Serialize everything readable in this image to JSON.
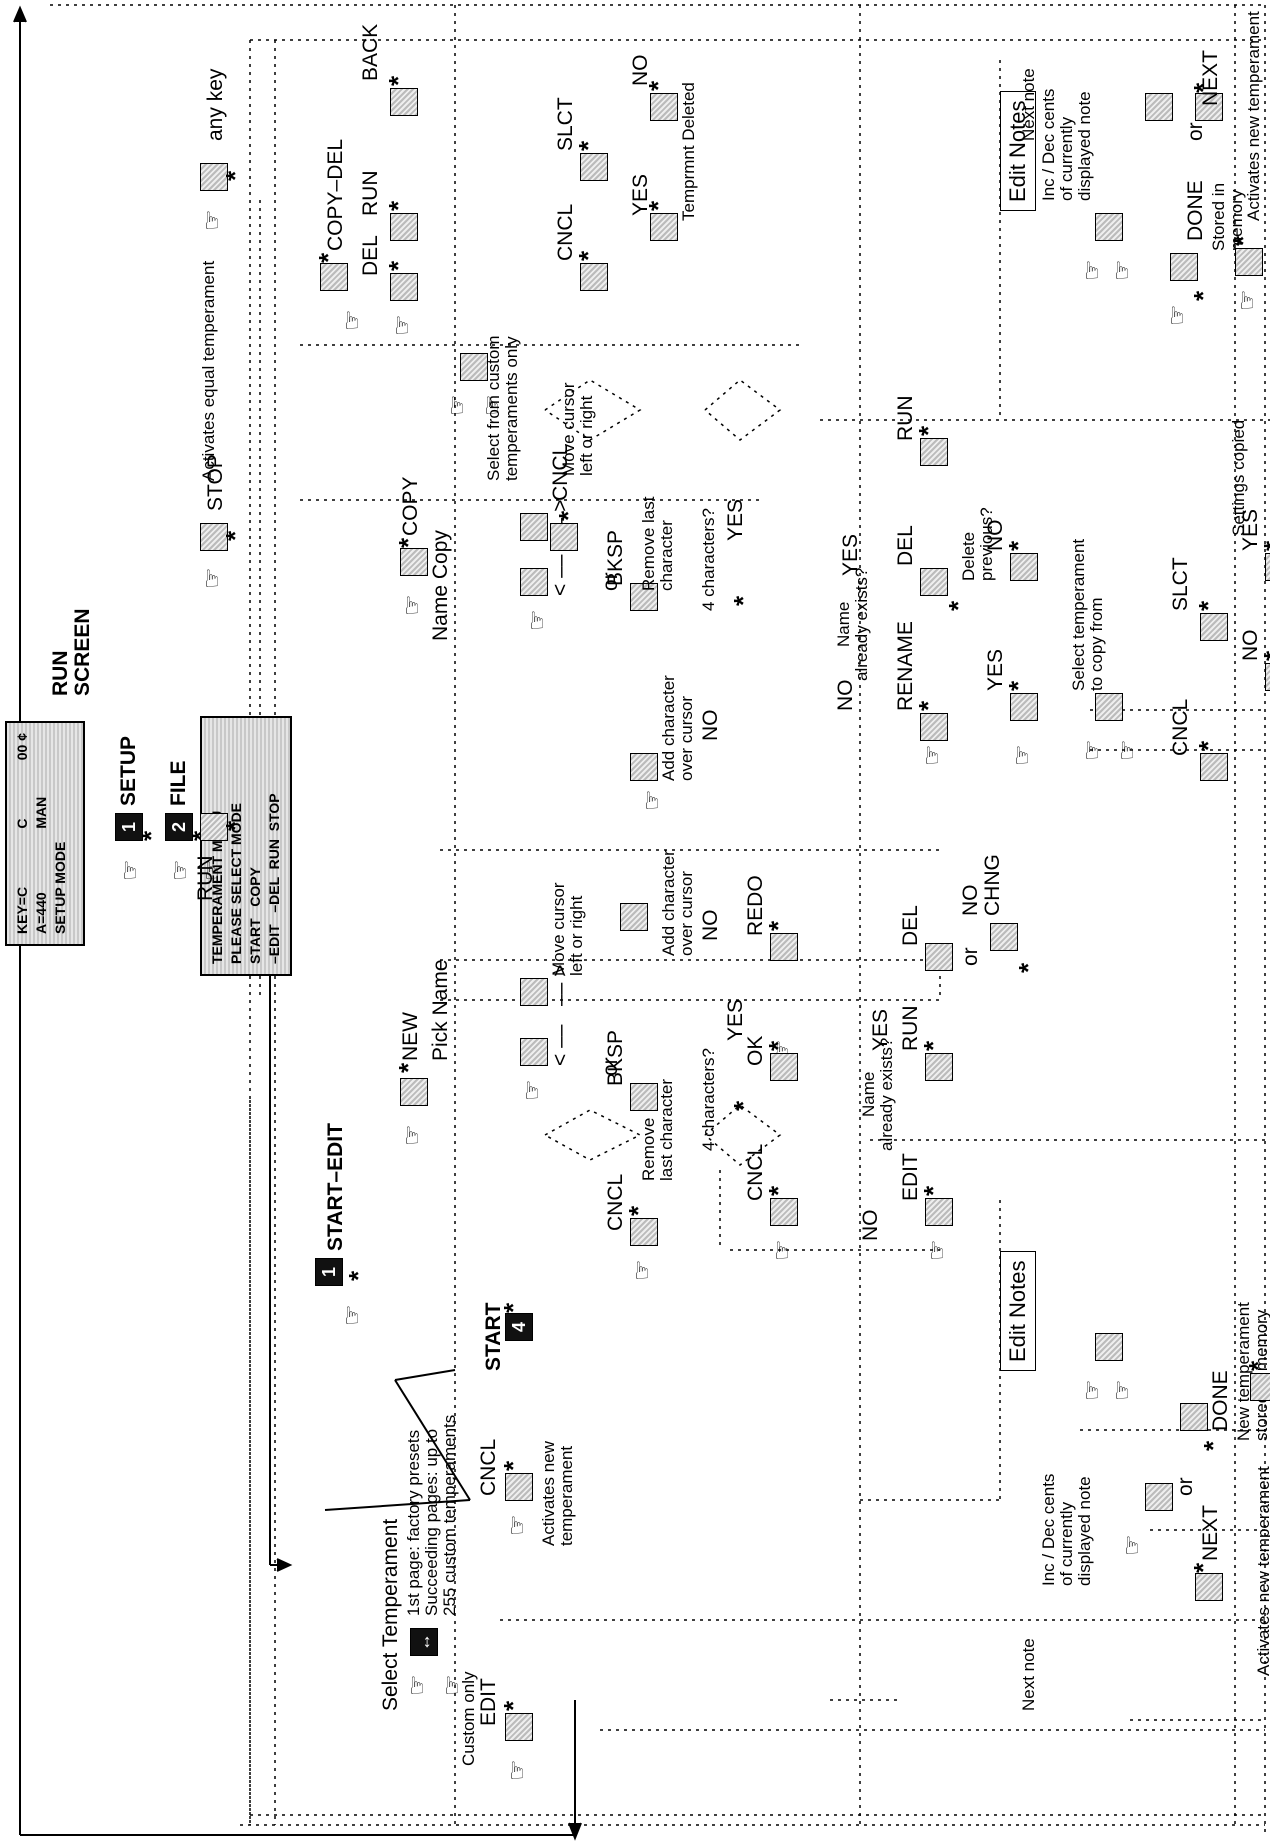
{
  "run_screen": {
    "line1_left": "KEY=C",
    "line1_mid": "C",
    "line1_right": "00 ¢",
    "line2_left": "A=440",
    "line2_mid": "MAN",
    "line3": "SETUP MODE",
    "title": "RUN\nSCREEN"
  },
  "setup": {
    "key": "1",
    "label": "SETUP"
  },
  "file": {
    "key": "2",
    "label": "FILE"
  },
  "temperament_menu": {
    "line1": "TEMPERAMENT MENU",
    "line2": "PLEASE SELECT MODE",
    "line3": "START   COPY",
    "line4": "–EDIT   –DEL  RUN  STOP"
  },
  "top_row": {
    "run": "RUN",
    "stop": "STOP",
    "any_key": "any key",
    "equal_temperament": "Activates equal temperament"
  },
  "start_edit": {
    "key": "1",
    "title": "START–EDIT",
    "select_temperament": "Select Temperament",
    "pages_note": "1st page: factory presets\nSucceeding pages: up to\n255 custom temperaments",
    "custom_only": "Custom only",
    "edit": "EDIT",
    "cncl": "CNCL",
    "start": "START",
    "start_key": "4",
    "activates_new": "Activates new\ntemperament",
    "new": "NEW",
    "pick_name": "Pick Name",
    "left_arrow": "< ––",
    "or": "or",
    "right_arrow": "–– >",
    "move_cursor": "Move cursor\nleft or right",
    "cncl2": "CNCL",
    "bksp": "BKSP",
    "remove_last": "Remove\nlast character",
    "add_char": "Add character\nover cursor",
    "no": "NO",
    "four_chars": "4 characters?",
    "yes": "YES",
    "redo": "REDO",
    "ok": "OK",
    "cncl3": "CNCL",
    "name_exists": "Name\nalready exists?",
    "edit2": "EDIT",
    "run": "RUN",
    "del": "DEL",
    "no_chng": "NO\nCHNG",
    "edit_notes": "Edit Notes",
    "next_note": "Next note",
    "inc_dec": "Inc / Dec cents\nof currently\ndisplayed note",
    "next": "NEXT",
    "done": "DONE",
    "new_stored": "New temperament\nstored in memory",
    "activates_new_temp": "Activates new temperament"
  },
  "copy_del": {
    "title": "COPY–DEL",
    "del": "DEL",
    "run": "RUN",
    "back": "BACK",
    "select_custom": "Select from custom\ntemperaments only",
    "cncl": "CNCL",
    "slct": "SLCT",
    "yes": "YES",
    "no": "NO",
    "deleted": "Temprmnt Deleted"
  },
  "copy": {
    "title": "COPY",
    "name_copy": "Name Copy",
    "left_arrow": "< ––",
    "or": "or",
    "right_arrow": "–– >",
    "move_cursor": "Move cursor\nleft or right",
    "bksp": "BKSP",
    "cncl": "CNCL",
    "remove_last": "Remove last\ncharacter",
    "add_char": "Add character\nover cursor",
    "no": "NO",
    "four_chars": "4 characters?",
    "yes": "YES",
    "name_exists": "Name\nalready exists?",
    "rename": "RENAME",
    "del": "DEL",
    "run": "RUN",
    "delete_previous": "Delete\nprevious?",
    "yes2": "YES",
    "no2": "NO",
    "select_copy_from": "Select temperament\nto copy from",
    "cncl2": "CNCL",
    "slct": "SLCT",
    "no3": "NO",
    "yes3": "YES",
    "settings_copied": "Settings copied",
    "edit_notes": "Edit Notes",
    "next_note": "Next note",
    "inc_dec": "Inc / Dec cents\nof currently\ndisplayed note",
    "or2": "or",
    "next": "NEXT",
    "done": "DONE",
    "stored": "Stored in\nmemory",
    "activates_new_temp": "Activates new temperament"
  },
  "icons": {
    "hand": "pointing-hand-icon",
    "key": "keypad-button-icon",
    "arrow_key": "left-right-arrow-key-icon"
  }
}
